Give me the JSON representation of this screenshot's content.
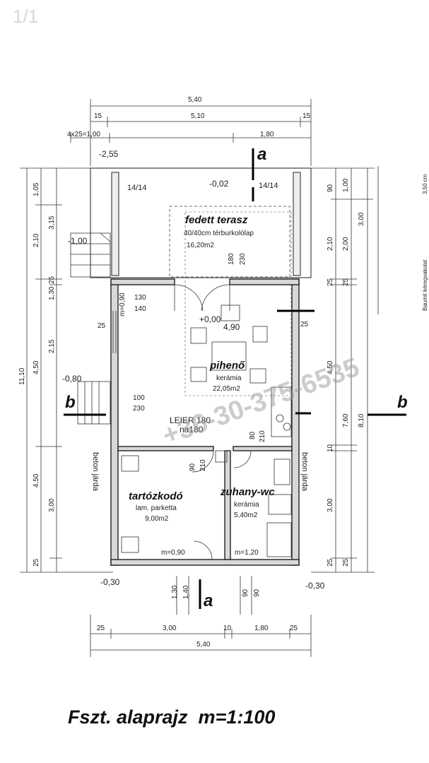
{
  "viewer": {
    "page_counter": "1/1"
  },
  "caption": "Fszt. alaprajz  m=1:100",
  "watermark": "+36-30-375-6535",
  "dimensions": {
    "top": {
      "overall": "5,40",
      "mid_left": "15",
      "mid": "5,10",
      "mid_right": "15",
      "steps": "4x25=1,00",
      "right_seg": "1,80"
    },
    "bottom": {
      "left_wall": "25",
      "left_room": "3,00",
      "mid_wall": "10",
      "right_room": "1,80",
      "right_wall": "25",
      "overall": "5,40",
      "door1": "1,30",
      "door2": "1,40",
      "door3": "90",
      "door4": "90"
    },
    "left": {
      "overall": "11,10",
      "seg_105": "1,05",
      "seg_315": "3,15",
      "seg_210": "2,10",
      "seg_25a": "25",
      "seg_130": "1,30",
      "seg_450a": "4,50",
      "seg_215": "2,15",
      "seg_450b": "4,50",
      "seg_300": "3,00",
      "seg_25b": "25"
    },
    "right": {
      "seg_90": "90",
      "seg_100": "1,00",
      "seg_300": "3,00",
      "seg_210": "2,10",
      "seg_200": "2,00",
      "seg_25a": "25",
      "seg_25b": "25",
      "seg_450": "4,50",
      "seg_760": "7,60",
      "seg_810": "8,10",
      "seg_10": "10",
      "seg_300b": "3,00",
      "seg_25c": "25",
      "seg_25d": "25"
    },
    "inner": {
      "w130": "130",
      "w140": "140",
      "m090": "m=0,90",
      "w180": "180",
      "w230": "230",
      "w100": "100",
      "w230b": "230",
      "w25": "25",
      "w25b": "25",
      "w490": "4,90",
      "d80": "80",
      "d210": "210",
      "d90": "90",
      "d210b": "210",
      "m090b": "m=0,90",
      "m120": "m=1,20"
    }
  },
  "levels": {
    "top_left": "-2,55",
    "terrace": "-0,02",
    "stairs_top": "-1,00",
    "floor": "+0,00",
    "side_stairs": "-0,80",
    "bottom_left": "-0,30",
    "bottom_right": "-0,30"
  },
  "labels": {
    "tile_left": "14/14",
    "tile_right": "14/14",
    "leier": "LEIER 180",
    "na180": "na180",
    "beton_left": "beton járda",
    "beton_right": "beton járda",
    "side_note": "Baumit kéregvakolat",
    "side_cm": "3,50 cm"
  },
  "section_marks": {
    "a_top": "a",
    "a_bottom": "a",
    "b_left": "b",
    "b_right": "b"
  },
  "rooms": {
    "terrace": {
      "name": "fedett terasz",
      "material": "40/40cm térburkolólap",
      "area": "16,20m2"
    },
    "living": {
      "name": "pihenő",
      "material": "kerámia",
      "area": "22,05m2"
    },
    "bedroom": {
      "name": "tartózkodó",
      "material": "lam. parketta",
      "area": "9,00m2"
    },
    "bath": {
      "name": "zuhany-wc",
      "material": "kerámia",
      "area": "5,40m2"
    }
  }
}
